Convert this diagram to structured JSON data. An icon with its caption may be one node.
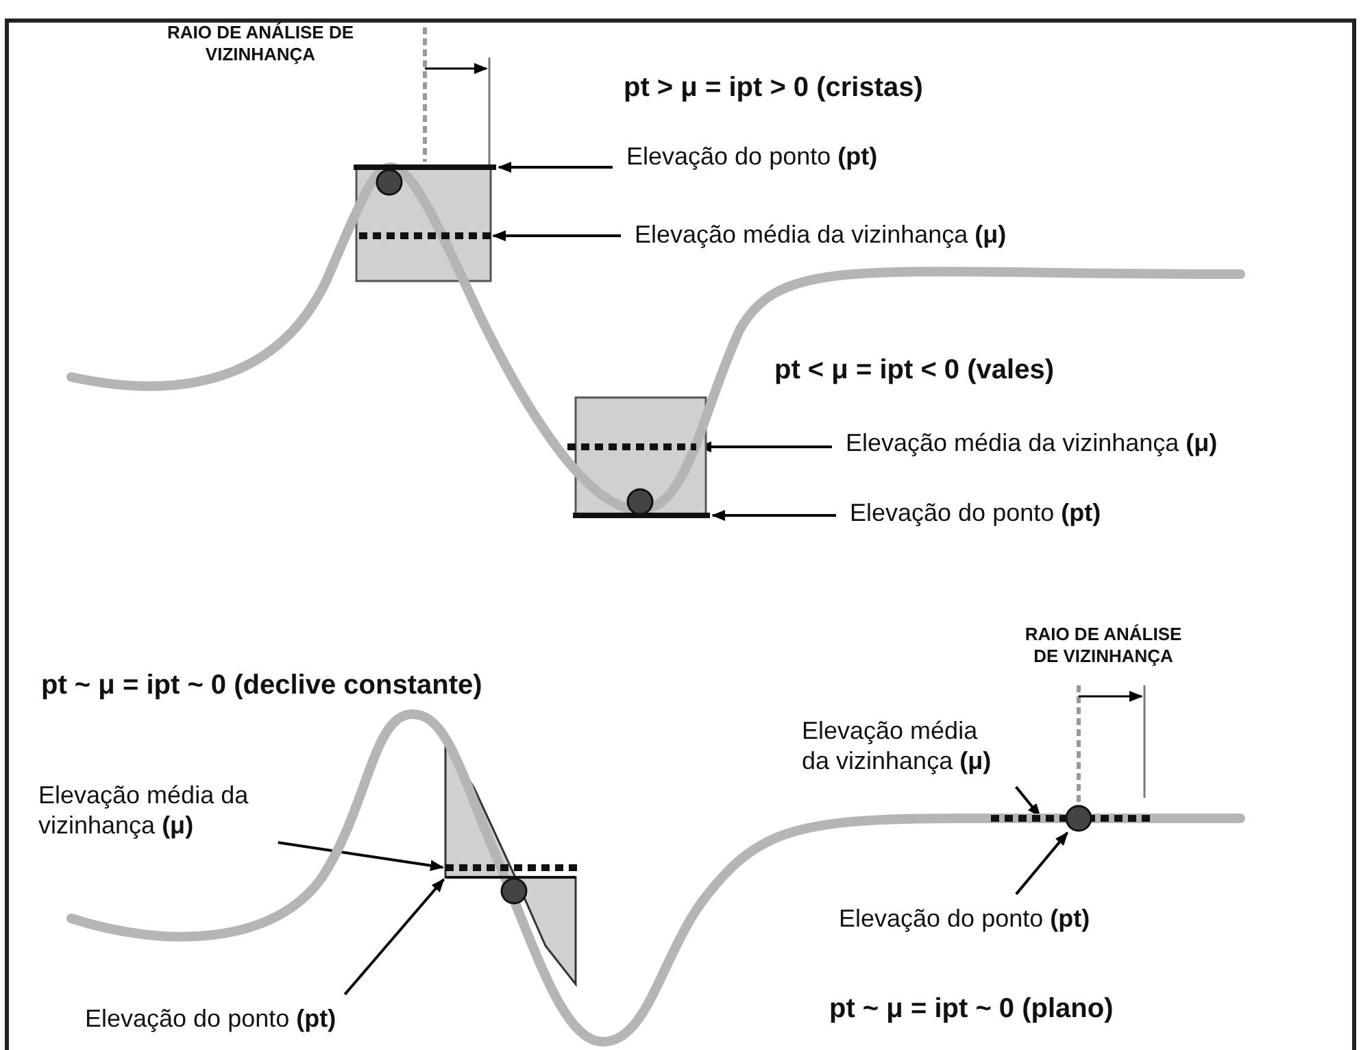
{
  "diagram": {
    "nodes": [
      {
        "text": [
          "Elevação do ponto **(pt)**"
        ]
      },
      {
        "text": [
          "Elevação média da vizinhança **(μ)**"
        ]
      },
      {
        "text": [
          "Elevação média da vizinhança **(μ)**"
        ]
      },
      {
        "text": [
          "Elevação do ponto **(pt)**"
        ]
      },
      {
        "text": [
          "Elevação média da vizinhança **(μ)**"
        ]
      },
      {
        "text": [
          "Elevação do ponto **(pt)**"
        ]
      },
      {
        "text": [
          "Elevação média da vizinhança **(μ)**"
        ]
      },
      {
        "text": [
          "Elevação do ponto **(pt)**"
        ]
      },
      {
        "text": [],
        "shape": "bar"
      },
      {
        "text": [],
        "shape": "bar"
      },
      {
        "text": [],
        "shape": "bar"
      },
      {
        "text": [],
        "shape": "bar"
      },
      {
        "text": [],
        "shape": "bar"
      },
      {
        "text": [],
        "shape": "bar"
      },
      {
        "text": [],
        "shape": "bar"
      },
      {
        "text": [],
        "shape": "circle"
      },
      {
        "text": [],
        "shape": "circle"
      },
      {
        "text": [],
        "shape": "circle"
      },
      {
        "text": [],
        "shape": "circle"
      }
    ],
    "edges": [
      {
        "from": 0,
        "to": 8,
        "arrow": "to"
      },
      {
        "from": 1,
        "to": 9,
        "arrow": "to"
      },
      {
        "from": 2,
        "to": 10,
        "arrow": "to"
      },
      {
        "from": 3,
        "to": 11,
        "arrow": "to"
      },
      {
        "from": 4,
        "to": 12,
        "arrow": "to"
      },
      {
        "from": 5,
        "to": 13,
        "arrow": "to"
      },
      {
        "from": 6,
        "to": 14,
        "arrow": "to"
      },
      {
        "from": 7,
        "to": 15,
        "arrow": "to"
      }
    ],
    "labels": [
      "RAIO DE ANÁLISE DE VIZINHANÇA",
      "pt > μ = ipt > 0 (cristas)",
      "pt < μ = ipt < 0 (vales)",
      "RAIO DE ANÁLISE DE VIZINHANÇA",
      "pt ~ μ = ipt ~ 0 (declive constante)",
      "pt ~ μ = ipt ~ 0 (plano)"
    ]
  }
}
